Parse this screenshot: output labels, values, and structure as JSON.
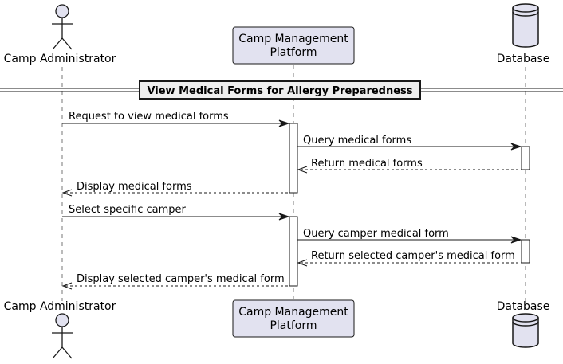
{
  "participants": {
    "admin": {
      "label": "Camp Administrator",
      "kind": "actor-icon"
    },
    "platform": {
      "label_lines": [
        "Camp Management",
        "Platform"
      ],
      "kind": "participant-box"
    },
    "database": {
      "label": "Database",
      "kind": "database-icon"
    }
  },
  "section": {
    "title": "View Medical Forms for Allergy Preparedness"
  },
  "messages": [
    {
      "text": "Request to view medical forms",
      "from": "admin",
      "to": "platform",
      "style": "solid"
    },
    {
      "text": "Query medical forms",
      "from": "platform",
      "to": "database",
      "style": "solid"
    },
    {
      "text": "Return medical forms",
      "from": "database",
      "to": "platform",
      "style": "dashed"
    },
    {
      "text": "Display medical forms",
      "from": "platform",
      "to": "admin",
      "style": "dashed"
    },
    {
      "text": "Select specific camper",
      "from": "admin",
      "to": "platform",
      "style": "solid"
    },
    {
      "text": "Query camper medical form",
      "from": "platform",
      "to": "database",
      "style": "solid"
    },
    {
      "text": "Return selected camper's medical form",
      "from": "database",
      "to": "platform",
      "style": "dashed"
    },
    {
      "text": "Display selected camper's medical form",
      "from": "platform",
      "to": "admin",
      "style": "dashed"
    }
  ],
  "colors": {
    "participant_fill": "#e2e2f0",
    "line": "#181818",
    "lifeline": "#555555"
  }
}
